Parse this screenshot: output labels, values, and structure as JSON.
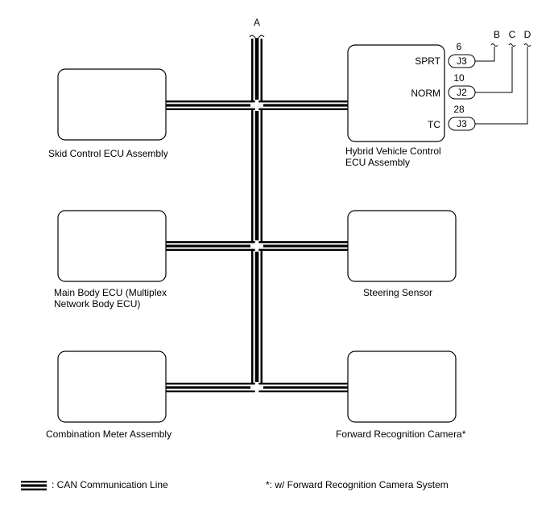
{
  "terminals": {
    "a": "A",
    "b": "B",
    "c": "C",
    "d": "D"
  },
  "ecus": {
    "skid": "Skid Control ECU Assembly",
    "hv_line1": "Hybrid Vehicle Control",
    "hv_line2": "ECU Assembly",
    "main_body_line1": "Main Body ECU (Multiplex",
    "main_body_line2": "Network Body ECU)",
    "steering": "Steering Sensor",
    "meter": "Combination Meter Assembly",
    "camera": "Forward Recognition Camera*"
  },
  "pins": [
    {
      "signal": "SPRT",
      "connector": "J3",
      "pin": "6"
    },
    {
      "signal": "NORM",
      "connector": "J2",
      "pin": "10"
    },
    {
      "signal": "TC",
      "connector": "J3",
      "pin": "28"
    }
  ],
  "legend": {
    "can_line": ": CAN Communication Line",
    "footnote": "*: w/ Forward Recognition Camera System"
  }
}
